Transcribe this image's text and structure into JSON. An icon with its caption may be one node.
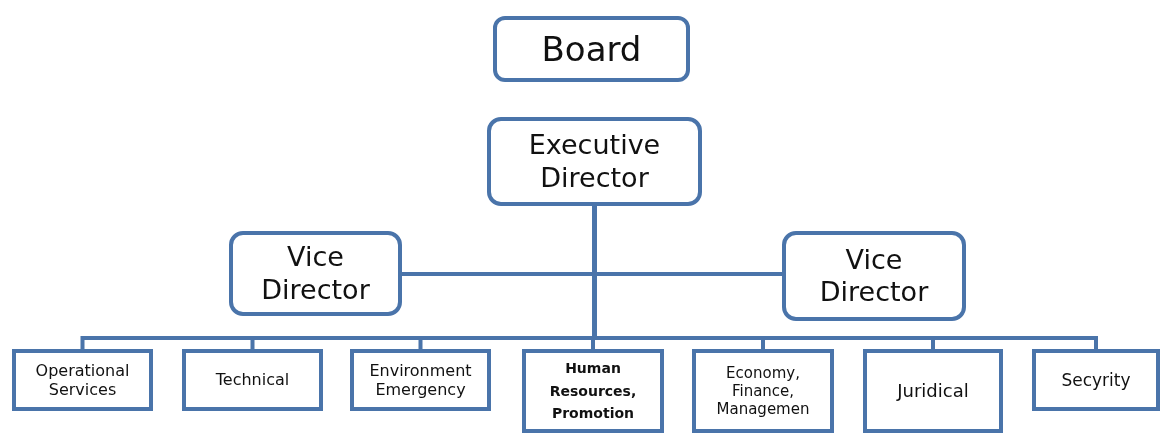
{
  "diagram": {
    "nodes": [
      {
        "text": [
          "Board"
        ]
      },
      {
        "text": [
          "Executive Director"
        ]
      },
      {
        "text": [
          "Vice Director"
        ]
      },
      {
        "text": [
          "Vice Director"
        ]
      },
      {
        "text": [
          "Operational Services"
        ]
      },
      {
        "text": [
          "Technical"
        ]
      },
      {
        "text": [
          "Environment Emergency"
        ]
      },
      {
        "text": [
          "Human Resources, Promotion"
        ]
      },
      {
        "text": [
          "Economy, Finance, Managemen"
        ]
      },
      {
        "text": [
          "Juridical"
        ]
      },
      {
        "text": [
          "Secyrity"
        ]
      }
    ],
    "edges": [
      {
        "from": 1,
        "to": 2,
        "arrow": "none"
      },
      {
        "from": 1,
        "to": 3,
        "arrow": "none"
      },
      {
        "from": 1,
        "to": 4,
        "arrow": "none"
      },
      {
        "from": 1,
        "to": 5,
        "arrow": "none"
      },
      {
        "from": 1,
        "to": 6,
        "arrow": "none"
      },
      {
        "from": 1,
        "to": 7,
        "arrow": "none"
      },
      {
        "from": 1,
        "to": 8,
        "arrow": "none"
      },
      {
        "from": 1,
        "to": 9,
        "arrow": "none"
      },
      {
        "from": 1,
        "to": 10,
        "arrow": "none"
      }
    ]
  }
}
